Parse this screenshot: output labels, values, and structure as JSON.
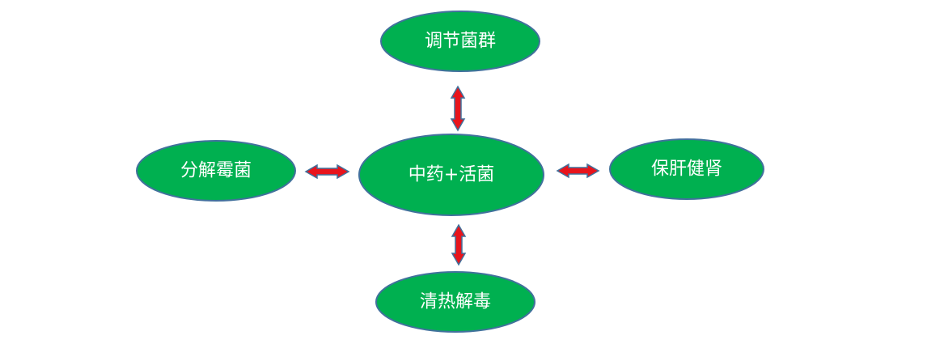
{
  "diagram": {
    "center": {
      "label": "中药+活菌"
    },
    "top": {
      "label": "调节菌群"
    },
    "left": {
      "label": "分解霉菌"
    },
    "right": {
      "label": "保肝健肾"
    },
    "bottom": {
      "label": "清热解毒"
    }
  },
  "colors": {
    "node_fill": "#00b050",
    "node_border": "#41719c",
    "arrow_fill": "#e8141c",
    "arrow_border": "#41719c",
    "label_text": "#ffffff"
  }
}
